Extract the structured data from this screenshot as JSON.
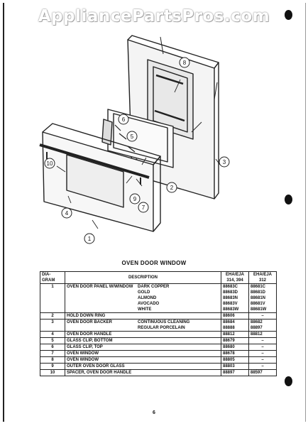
{
  "watermark": "AppliancePartsPros.com",
  "caption": "OVEN DOOR WINDOW",
  "callouts": [
    "1",
    "2",
    "3",
    "4",
    "5",
    "6",
    "7",
    "8",
    "9",
    "10"
  ],
  "table": {
    "headers": {
      "diagram": "DIA-\nGRAM",
      "description": "DESCRIPTION",
      "col_a": "EHA/EJA\n314, 394",
      "col_b": "EHA/EJA\n312"
    },
    "row1": {
      "num": "1",
      "desc": "OVEN DOOR PANEL W/WINDOW",
      "variants": [
        "DARK COPPER",
        "GOLD",
        "ALMOND",
        "AVOCADO",
        "WHITE"
      ],
      "col_a": [
        "88683C",
        "88683D",
        "88683N",
        "88683V",
        "88683W"
      ],
      "col_b": [
        "88681C",
        "88681D",
        "88681N",
        "88681V",
        "88681W"
      ]
    },
    "row2": {
      "num": "2",
      "desc": "HOLD DOWN RING",
      "col_a": "88606",
      "col_b": "–"
    },
    "row3": {
      "num": "3",
      "desc": "OVEN DOOR BACKER",
      "variants": [
        "CONTINUOUS CLEANING",
        "REGULAR PORCELAIN"
      ],
      "col_a": [
        "88684",
        "88888"
      ],
      "col_b": [
        "88682",
        "88897"
      ]
    },
    "row4": {
      "num": "4",
      "desc": "OVEN DOOR HANDLE",
      "col_a": "88812",
      "col_b": "88812"
    },
    "row5": {
      "num": "5",
      "desc": "GLASS CLIP, BOTTOM",
      "col_a": "88679",
      "col_b": "–"
    },
    "row6": {
      "num": "6",
      "desc": "GLASS CLIP, TOP",
      "col_a": "88680",
      "col_b": "–"
    },
    "row7": {
      "num": "7",
      "desc": "OVEN WINDOW",
      "col_a": "88678",
      "col_b": "–"
    },
    "row8": {
      "num": "8",
      "desc": "OVEN WINDOW",
      "col_a": "88805",
      "col_b": "–"
    },
    "row9": {
      "num": "9",
      "desc": "OUTER OVEN DOOR GLASS",
      "col_a": "88803",
      "col_b": "–"
    },
    "row10": {
      "num": "10",
      "desc": "SPACER, OVEN DOOR HANDLE",
      "col_a": "88897",
      "col_b": "88597"
    }
  },
  "page_number": "6"
}
